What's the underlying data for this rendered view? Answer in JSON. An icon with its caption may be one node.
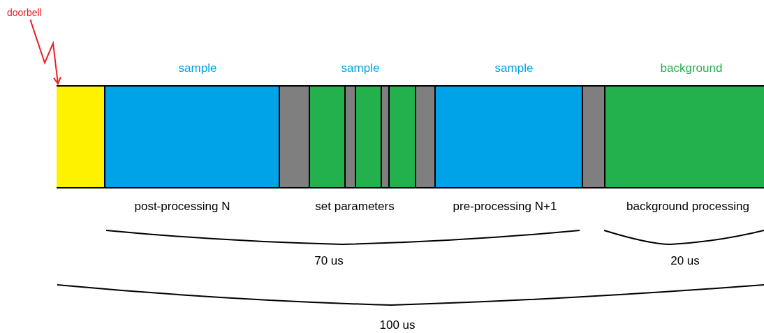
{
  "diagram": {
    "nodes": [
      {
        "text": [
          "doorbell"
        ]
      },
      {
        "text": [],
        "shape": "bar"
      },
      {
        "text": [],
        "shape": "box",
        "in": 1
      },
      {
        "text": [
          "sample"
        ],
        "beside": [
          "post-processing N"
        ],
        "in": 1
      },
      {
        "text": [],
        "shape": "box",
        "in": 1
      },
      {
        "text": [],
        "shape": "box",
        "in": 1
      },
      {
        "text": [],
        "shape": "box",
        "in": 1
      },
      {
        "text": [],
        "shape": "box",
        "in": 1
      },
      {
        "text": [],
        "shape": "box",
        "in": 1
      },
      {
        "text": [],
        "shape": "box",
        "in": 1
      },
      {
        "text": [],
        "shape": "box",
        "in": 1
      },
      {
        "text": [
          "sample"
        ],
        "beside": [
          "pre-processing N+1"
        ],
        "in": 1
      },
      {
        "text": [],
        "shape": "box",
        "in": 1
      },
      {
        "text": [
          "background"
        ],
        "beside": [
          "background processing"
        ],
        "in": 1
      }
    ],
    "edges": [
      {
        "from": 0,
        "to": 2,
        "arrow": "to",
        "color": "#ed1c24"
      }
    ],
    "labels": [
      "sample",
      "set parameters",
      "70 us",
      "20 us",
      "100 us"
    ]
  }
}
